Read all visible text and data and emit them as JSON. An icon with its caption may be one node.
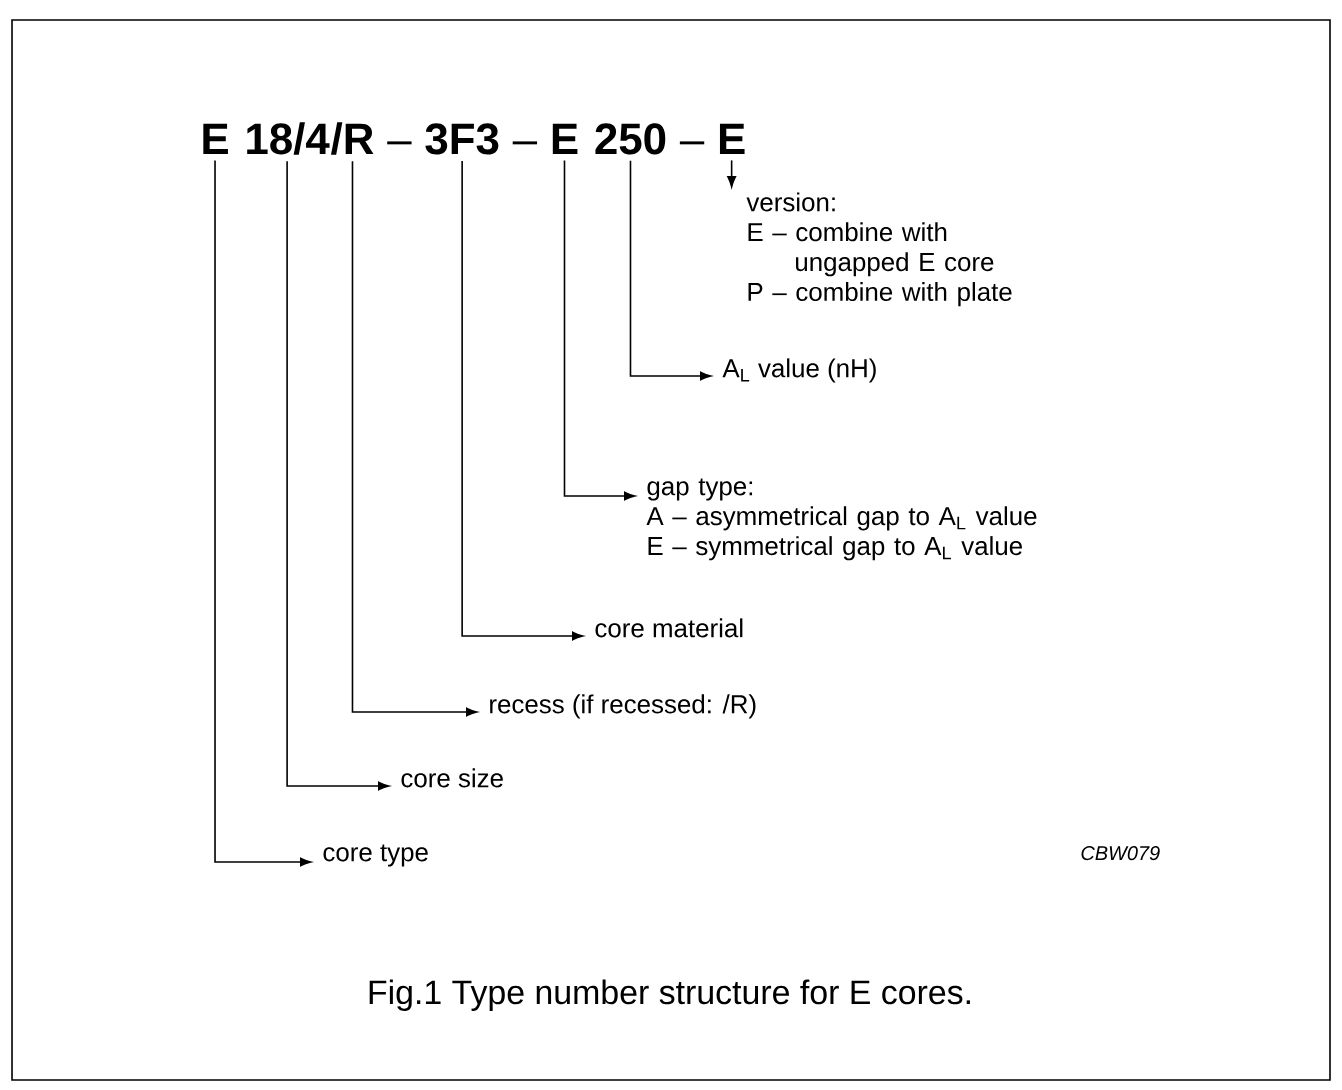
{
  "diagram": {
    "caption": "Fig.1  Type number structure for E cores.",
    "nodes": [
      {
        "text": [
          "E"
        ]
      },
      {
        "text": [
          "18/4"
        ]
      },
      {
        "text": [
          "/R"
        ]
      },
      {
        "text": [
          "3F3"
        ]
      },
      {
        "text": [
          "E"
        ]
      },
      {
        "text": [
          "250"
        ]
      },
      {
        "text": [
          "E"
        ]
      },
      {
        "text": [
          "version:",
          "E – combine with ungapped E core",
          "P – combine with plate"
        ]
      },
      {
        "text": [
          "A$_{L}$ value (nH)"
        ]
      },
      {
        "text": [
          "gap type:",
          "A – asymmetrical gap to A$_{L}$ value",
          "E – symmetrical gap to A$_{L}$ value"
        ]
      },
      {
        "text": [
          "core material"
        ]
      },
      {
        "text": [
          "recess (if recessed: /R)"
        ]
      },
      {
        "text": [
          "core size"
        ]
      },
      {
        "text": [
          "core type"
        ]
      }
    ],
    "edges": [
      {
        "from": 6,
        "to": 7,
        "arrow": "to"
      },
      {
        "from": 5,
        "to": 8,
        "arrow": "to"
      },
      {
        "from": 4,
        "to": 9,
        "arrow": "to"
      },
      {
        "from": 3,
        "to": 10,
        "arrow": "to"
      },
      {
        "from": 2,
        "to": 11,
        "arrow": "to"
      },
      {
        "from": 1,
        "to": 12,
        "arrow": "to"
      },
      {
        "from": 0,
        "to": 13,
        "arrow": "to"
      }
    ],
    "labels": [
      "–",
      "–",
      "–",
      "CBW079"
    ]
  }
}
